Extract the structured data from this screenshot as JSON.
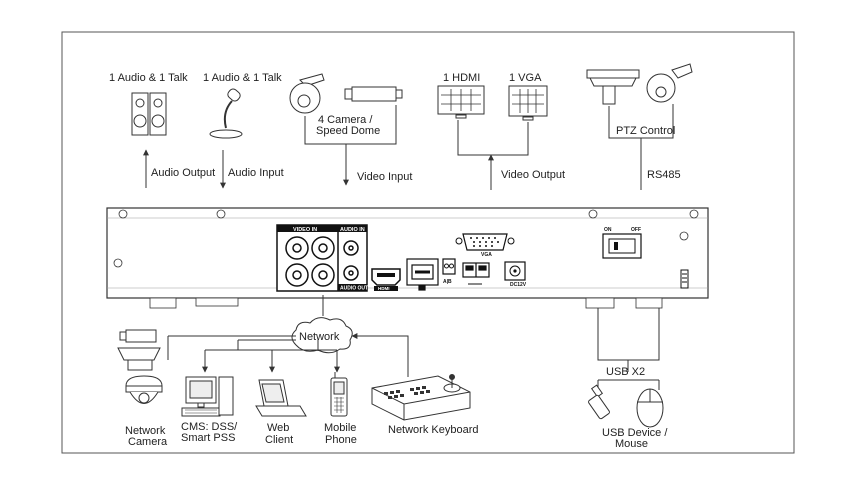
{
  "top": {
    "audio_output_device": "1 Audio  & 1 Talk",
    "audio_input_device": "1 Audio & 1 Talk",
    "camera_line1": "4  Camera /",
    "camera_line2": "Speed Dome",
    "hdmi_monitor": "1 HDMI",
    "vga_monitor": "1 VGA",
    "ptz_control": "PTZ Control",
    "audio_output": "Audio  Output",
    "audio_input": "Audio  Input",
    "video_input": "Video Input",
    "video_output": "Video Output",
    "rs485": "RS485"
  },
  "panel": {
    "video_in": "VIDEO IN",
    "audio_in": "AUDIO IN",
    "audio_out": "AUDIO OUT",
    "hdmi": "HDMI",
    "ab": "A|B",
    "vga": "VGA",
    "dc": "DC12V",
    "on": "ON",
    "off": "OFF"
  },
  "bottom": {
    "network": "Network",
    "network_camera_l1": "Network",
    "network_camera_l2": "Camera",
    "cms_l1": "CMS: DSS/",
    "cms_l2": "Smart PSS",
    "web_l1": "Web",
    "web_l2": "Client",
    "mobile_l1": "Mobile",
    "mobile_l2": "Phone",
    "network_keyboard": "Network Keyboard",
    "usb": "USB X2",
    "usb_device_l1": "USB Device /",
    "usb_device_l2": "Mouse"
  }
}
